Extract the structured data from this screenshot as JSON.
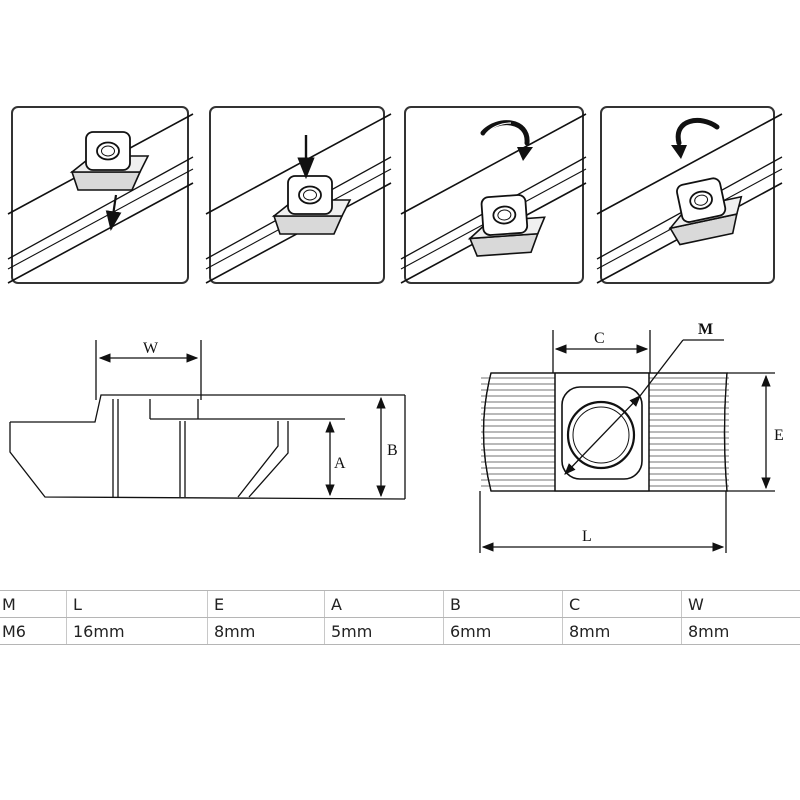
{
  "steps": [
    {
      "rotation": "none",
      "arrow": "down"
    },
    {
      "rotation": "none",
      "arrow": "down"
    },
    {
      "rotation": "clockwise",
      "arrow": "rotate"
    },
    {
      "rotation": "counterclockwise",
      "arrow": "rotate"
    }
  ],
  "side_view": {
    "labels": {
      "w": "W",
      "a": "A",
      "b": "B"
    }
  },
  "top_view": {
    "labels": {
      "c": "C",
      "m": "M",
      "e": "E",
      "l": "L"
    }
  },
  "spec_table": {
    "headers": [
      "M",
      "L",
      "E",
      "A",
      "B",
      "C",
      "W"
    ],
    "rows": [
      [
        "M6",
        "16mm",
        "8mm",
        "5mm",
        "6mm",
        "8mm",
        "8mm"
      ]
    ]
  },
  "colors": {
    "line": "#111111",
    "panel_border": "#333333",
    "table_border": "#b5b5b5"
  }
}
